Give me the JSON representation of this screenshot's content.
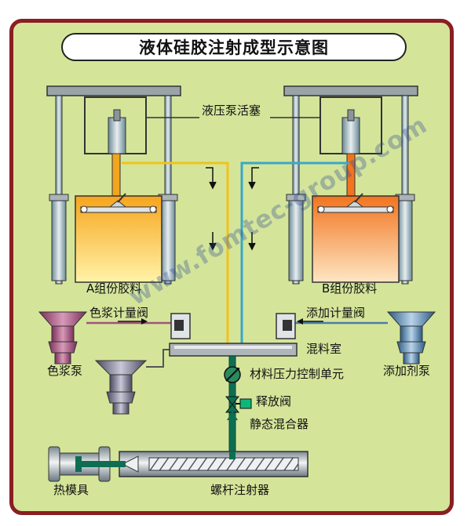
{
  "title": "液体硅胶注射成型示意图",
  "labels": {
    "hydraulic_piston": "液压泵活塞",
    "component_a": "A组份胶料",
    "component_b": "B组份胶料",
    "color_meter_valve": "色浆计量阀",
    "additive_meter_valve": "添加计量阀",
    "mixing_chamber": "混料室",
    "color_pump": "色浆泵",
    "additive_pump": "添加剂泵",
    "pressure_control_unit": "材料压力控制单元",
    "release_valve": "释放阀",
    "static_mixer": "静态混合器",
    "hot_mold": "热模具",
    "screw_injector": "螺杆注射器"
  },
  "watermark": "www.fomtec-group.com",
  "colors": {
    "frame_border": "#8a1e22",
    "background": "#d4e59a",
    "line_a": "#f2c21a",
    "line_b": "#37a8c8",
    "pipe_green": "#0e6e52",
    "color_pump": "#a0557a",
    "additive_pump": "#4a7ea8"
  }
}
